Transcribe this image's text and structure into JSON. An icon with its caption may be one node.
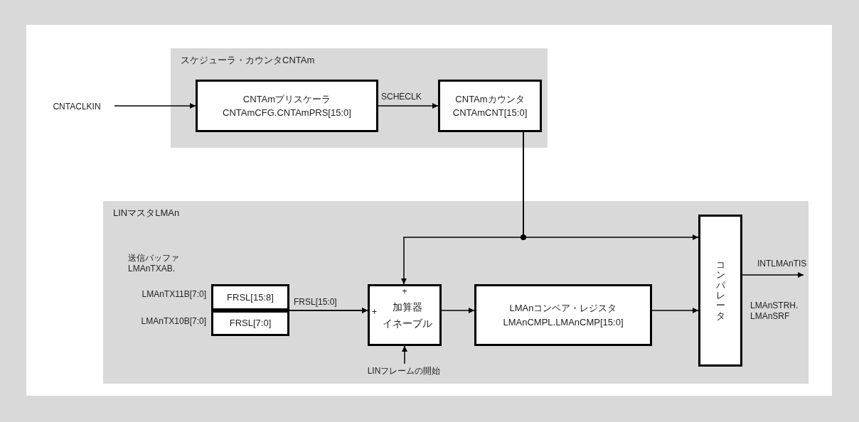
{
  "diagram": {
    "nodes": [
      {
        "text": [
          "スケジューラ・カウンタCNTAm"
        ]
      },
      {
        "text": [
          "CNTAmプリスケーラ",
          "CNTAmCFG.CNTAmPRS[15:0]"
        ],
        "in": 0
      },
      {
        "text": [
          "CNTAmカウンタ",
          "CNTAmCNT[15:0]"
        ],
        "in": 0
      },
      {
        "text": [
          "CNTACLKIN"
        ]
      },
      {
        "text": [
          "LINマスタLMAn"
        ]
      },
      {
        "text": [
          "FRSL[15:8]"
        ],
        "in": 4
      },
      {
        "text": [
          "FRSL[7:0]"
        ],
        "in": 4
      },
      {
        "text": [
          "+",
          "+",
          "加算器",
          "イネーブル"
        ],
        "in": 4
      },
      {
        "text": [
          "LMAnコンペア・レジスタ",
          "LMAnCMPL.LMAnCMP[15:0]"
        ],
        "in": 4
      },
      {
        "text": [
          "コンパレータ"
        ],
        "in": 4,
        "beside": [
          "LMAnSTRH. LMAnSRF"
        ]
      },
      {
        "text": [
          "LINフレームの開始"
        ],
        "in": 4
      }
    ],
    "edges": [
      {
        "from": 3,
        "to": 1,
        "arrow": "to"
      },
      {
        "from": 1,
        "to": 2,
        "arrow": "to",
        "label": "SCHECLK"
      },
      {
        "from": 2,
        "to": 9,
        "arrow": "to"
      },
      {
        "from": 2,
        "to": 7,
        "arrow": "to"
      },
      {
        "from": 5,
        "to": 7,
        "arrow": "to",
        "label": "FRSL[15:0]"
      },
      {
        "from": 6,
        "to": 7,
        "arrow": "to"
      },
      {
        "from": 7,
        "to": 8,
        "arrow": "to"
      },
      {
        "from": 8,
        "to": 9,
        "arrow": "to"
      },
      {
        "from": 10,
        "to": 7,
        "arrow": "to"
      },
      {
        "from": 9,
        "to": null,
        "arrow": "to",
        "label": "INTLMAnTIS"
      }
    ],
    "labels": [
      "送信バッファ LMAnTXAB.",
      "LMAnTX11B[7:0]",
      "LMAnTX10B[7:0]"
    ]
  }
}
